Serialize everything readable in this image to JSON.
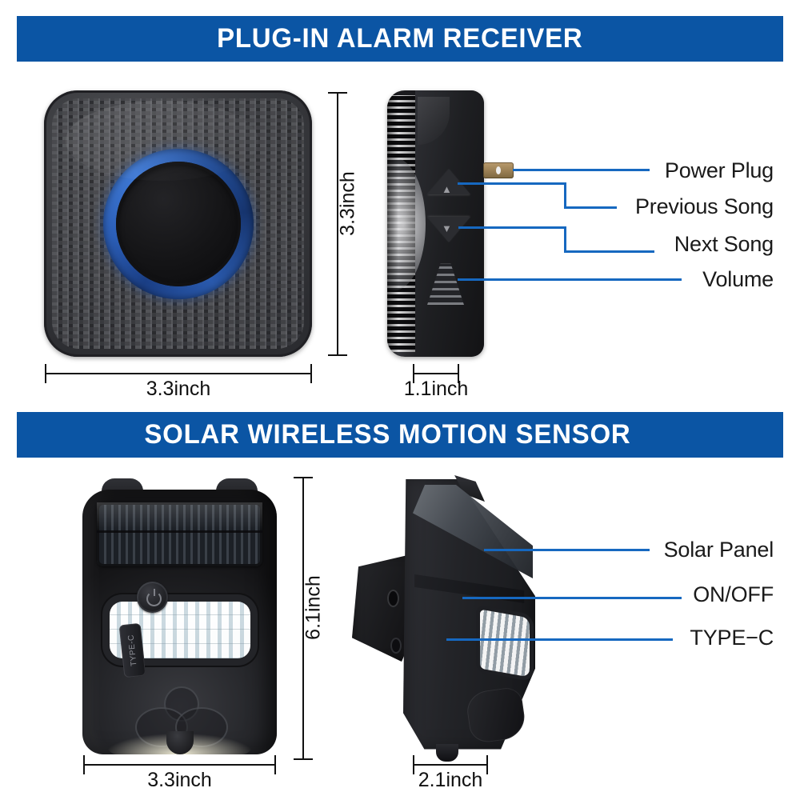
{
  "colors": {
    "banner_blue": "#0b55a4",
    "callout_blue": "#1668c0",
    "dimension_black": "#111111",
    "page_background": "#ffffff"
  },
  "sections": [
    {
      "id": "plug-in-alarm-receiver",
      "banner_title": "PLUG-IN ALARM RECEIVER",
      "views": [
        {
          "id": "receiver-front-view",
          "width_dimension": "3.3inch",
          "height_dimension": "3.3inch"
        },
        {
          "id": "receiver-side-view",
          "width_dimension": "1.1inch"
        }
      ],
      "callouts": [
        {
          "label": "Power Plug",
          "style": "straight"
        },
        {
          "label": "Previous Song",
          "style": "elbow"
        },
        {
          "label": "Next Song",
          "style": "elbow"
        },
        {
          "label": "Volume",
          "style": "straight"
        }
      ]
    },
    {
      "id": "solar-wireless-motion-sensor",
      "banner_title": "SOLAR WIRELESS MOTION SENSOR",
      "views": [
        {
          "id": "sensor-front-view",
          "width_dimension": "3.3inch",
          "height_dimension": "6.1inch"
        },
        {
          "id": "sensor-side-view",
          "width_dimension": "2.1inch"
        }
      ],
      "callouts": [
        {
          "label": "Solar Panel",
          "style": "straight"
        },
        {
          "label": "ON/OFF",
          "style": "straight"
        },
        {
          "label": "TYPE−C",
          "style": "straight"
        }
      ]
    }
  ],
  "device_markings": {
    "type_c_port_label": "TYPE-C"
  }
}
